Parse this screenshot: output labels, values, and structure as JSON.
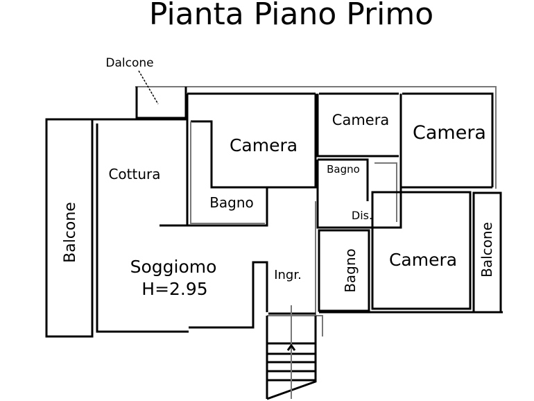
{
  "title": "Pianta Piano Primo",
  "rooms": {
    "balcone_top": "Dalcone",
    "camera_1": "Camera",
    "camera_2": "Camera",
    "camera_3": "Camera",
    "camera_4": "Camera",
    "cottura": "Cottura",
    "bagno_1": "Bagno",
    "bagno_2": "Bagno",
    "bagno_3": "Bagno",
    "dis": "Dis.",
    "soggiorno": "Soggiomo",
    "soggiorno_height": "H=2.95",
    "ingresso": "Ingr.",
    "balcone_left": "Balcone",
    "balcone_right": "Balcone"
  }
}
